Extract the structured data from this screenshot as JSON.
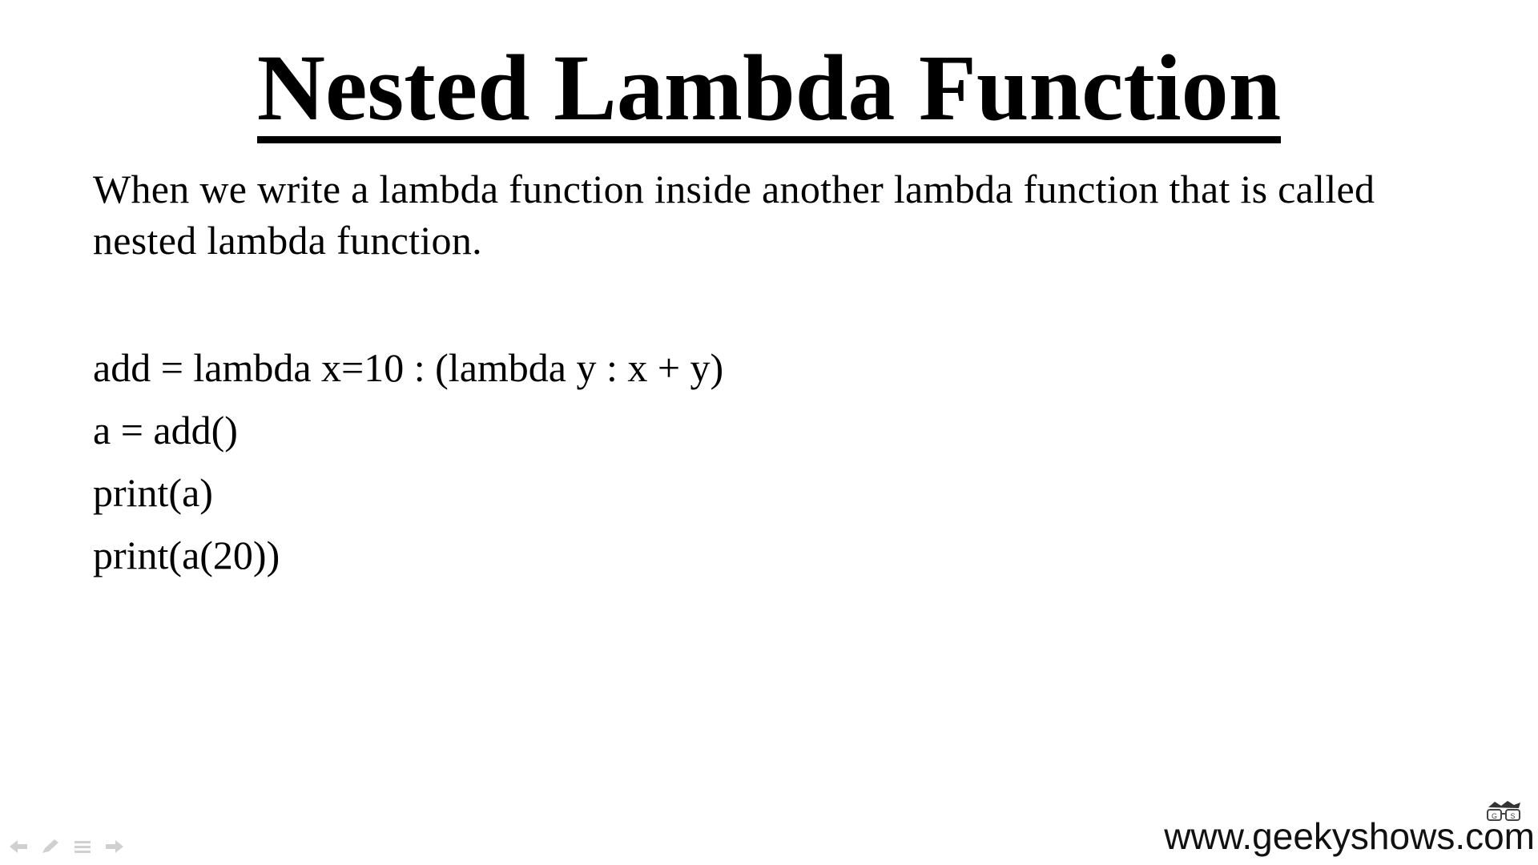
{
  "slide": {
    "title": "Nested Lambda Function",
    "intro": "When we write a lambda function inside another lambda function that is called nested lambda function.",
    "code_lines": [
      "add = lambda x=10 : (lambda y : x + y)",
      "a = add()",
      "print(a)",
      "print(a(20))"
    ]
  },
  "footer": {
    "url": "www.geekyshows.com",
    "logo_icon": "glasses-logo-icon"
  },
  "controls": {
    "icons": [
      "back-arrow-icon",
      "pen-icon",
      "menu-icon",
      "forward-arrow-icon"
    ]
  }
}
